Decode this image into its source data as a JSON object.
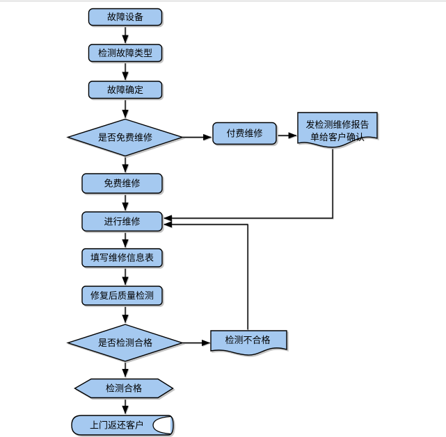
{
  "page": {
    "background": "#ffffff",
    "top_border_color": "#d9d9d9"
  },
  "diagram": {
    "type": "flowchart",
    "colors": {
      "node_fill": "#a5c9f0",
      "node_border": "#000000",
      "shadow": "#c3c3c3",
      "edge": "#000000",
      "page_line": "#d9d9d9"
    },
    "nodes": {
      "faulty_device": {
        "shape": "rounded-rect",
        "label": "故障设备"
      },
      "detect_fault_type": {
        "shape": "rounded-rect",
        "label": "检测故障类型"
      },
      "fault_confirmed": {
        "shape": "rounded-rect",
        "label": "故障确定"
      },
      "is_free_repair": {
        "shape": "diamond",
        "label": "是否免费维修"
      },
      "paid_repair": {
        "shape": "rounded-rect",
        "label": "付费维修"
      },
      "send_report": {
        "shape": "document",
        "line1": "发检测维修报告",
        "line2": "单给客户确认"
      },
      "free_repair": {
        "shape": "rounded-rect",
        "label": "免费维修"
      },
      "do_repair": {
        "shape": "rounded-rect",
        "label": "进行维修"
      },
      "fill_repair_form": {
        "shape": "rounded-rect",
        "label": "填写维修信息表"
      },
      "quality_check": {
        "shape": "rounded-rect",
        "label": "修复后质量检测"
      },
      "is_check_passed": {
        "shape": "diamond",
        "label": "是否检测合格"
      },
      "check_failed": {
        "shape": "document",
        "label": "检测不合格"
      },
      "check_passed": {
        "shape": "hexagon",
        "label": "检测合格"
      },
      "return_to_customer": {
        "shape": "stored-data",
        "label": "上门返还客户"
      }
    },
    "edges": [
      {
        "from": "faulty_device",
        "to": "detect_fault_type"
      },
      {
        "from": "detect_fault_type",
        "to": "fault_confirmed"
      },
      {
        "from": "fault_confirmed",
        "to": "is_free_repair"
      },
      {
        "from": "is_free_repair",
        "to": "paid_repair"
      },
      {
        "from": "paid_repair",
        "to": "send_report"
      },
      {
        "from": "is_free_repair",
        "to": "free_repair"
      },
      {
        "from": "free_repair",
        "to": "do_repair"
      },
      {
        "from": "send_report",
        "to": "do_repair"
      },
      {
        "from": "do_repair",
        "to": "fill_repair_form"
      },
      {
        "from": "fill_repair_form",
        "to": "quality_check"
      },
      {
        "from": "quality_check",
        "to": "is_check_passed"
      },
      {
        "from": "is_check_passed",
        "to": "check_failed"
      },
      {
        "from": "check_failed",
        "to": "do_repair"
      },
      {
        "from": "is_check_passed",
        "to": "check_passed"
      },
      {
        "from": "check_passed",
        "to": "return_to_customer"
      }
    ]
  }
}
